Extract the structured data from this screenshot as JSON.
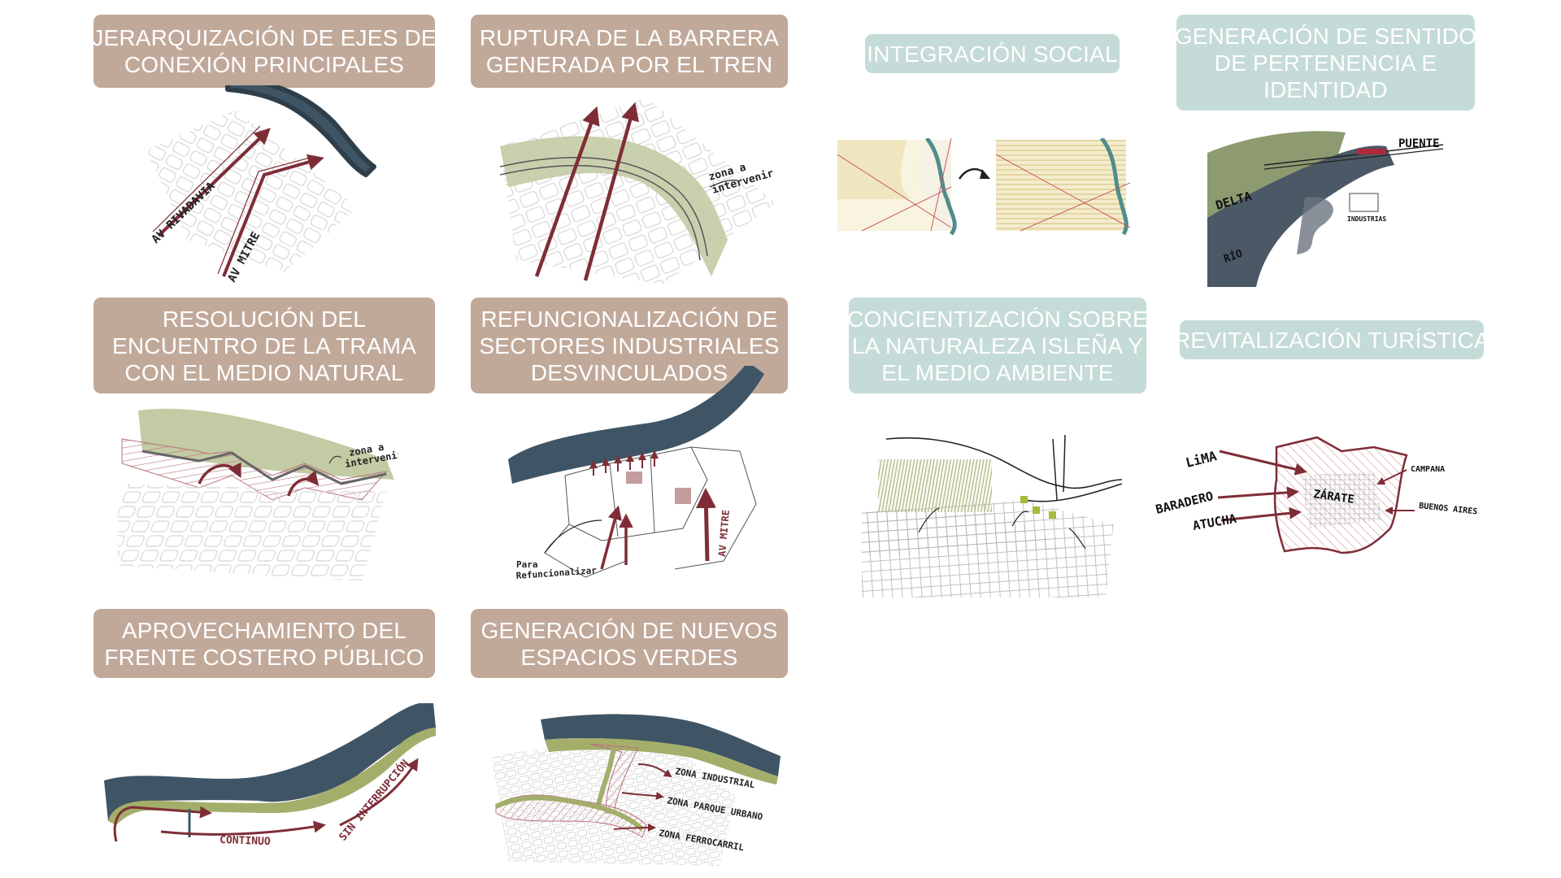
{
  "panels": [
    {
      "title_lines": [
        "JERARQUIZACIÓN DE EJES DE",
        "CONEXIÓN PRINCIPALES"
      ],
      "labels": {
        "a": "AV RIVADAVIA",
        "b": "AV MITRE"
      }
    },
    {
      "title_lines": [
        "RUPTURA DE LA BARRERA",
        "GENERADA POR EL TREN"
      ],
      "labels": {
        "a": "zona a",
        "b": "intervenir"
      }
    },
    {
      "title_lines": [
        "INTEGRACIÓN SOCIAL"
      ]
    },
    {
      "title_lines": [
        "GENERACIÓN DE SENTIDO",
        "DE PERTENENCIA E",
        "IDENTIDAD"
      ],
      "labels": {
        "a": "PUENTE",
        "b": "DELTA",
        "c": "RÍO",
        "d": "INDUSTRIAS"
      }
    },
    {
      "title_lines": [
        "RESOLUCIÓN DEL",
        "ENCUENTRO DE LA TRAMA",
        "CON EL MEDIO NATURAL"
      ],
      "labels": {
        "a": "zona a",
        "b": "intervenir"
      }
    },
    {
      "title_lines": [
        "REFUNCIONALIZACIÓN DE",
        "SECTORES INDUSTRIALES",
        "DESVINCULADOS"
      ],
      "labels": {
        "a": "Para",
        "b": "Refuncionalizar",
        "c": "AV MITRE"
      }
    },
    {
      "title_lines": [
        "CONCIENTIZACIÓN SOBRE",
        "LA NATURALEZA ISLEÑA Y",
        "EL MEDIO AMBIENTE"
      ]
    },
    {
      "title_lines": [
        "REVITALIZACIÓN TURÍSTICA"
      ],
      "labels": {
        "a": "LiMA",
        "b": "BARADERO",
        "c": "ATUCHA",
        "d": "ZÁRATE",
        "e": "CAMPANA",
        "f": "BUENOS AIRES"
      }
    },
    {
      "title_lines": [
        "APROVECHAMIENTO DEL",
        "FRENTE COSTERO PÚBLICO"
      ],
      "labels": {
        "a": "CONTINUO",
        "b": "SIN INTERRUPCIÓN"
      }
    },
    {
      "title_lines": [
        "GENERACIÓN DE NUEVOS",
        "ESPACIOS VERDES"
      ],
      "labels": {
        "a": "ZONA INDUSTRIAL",
        "b": "ZONA PARQUE URBANO",
        "c": "ZONA FERROCARRIL"
      }
    }
  ],
  "colors": {
    "brown_box": "#c1a99a",
    "teal_box": "#c5dbd7",
    "river": "#3f5565",
    "green": "#c3cba4",
    "arrow": "#7e2d37"
  }
}
